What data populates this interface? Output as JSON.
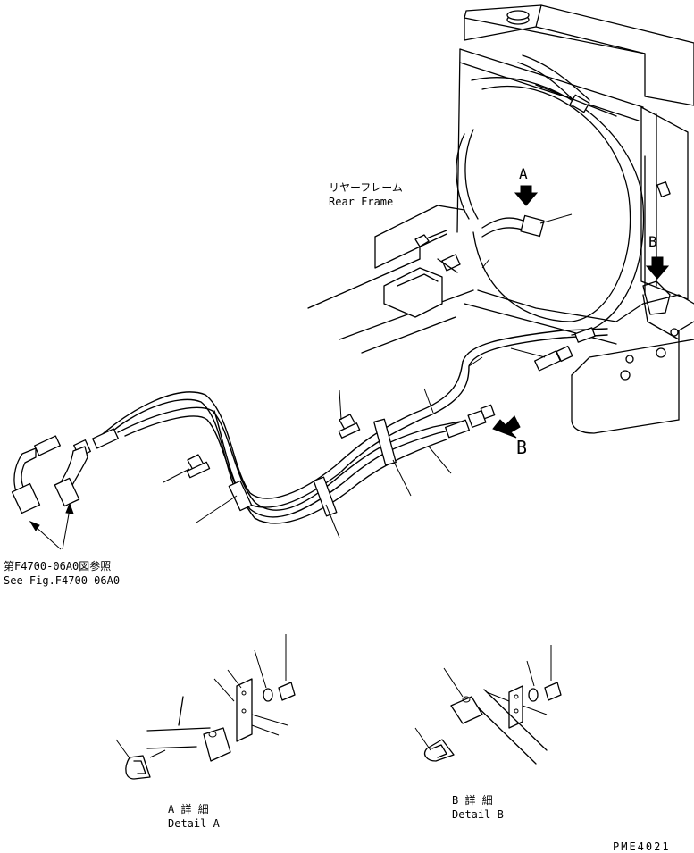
{
  "labels": {
    "rear_frame_jp": "リヤーフレーム",
    "rear_frame_en": "Rear Frame",
    "arrow_a": "A",
    "arrow_b_top": "B",
    "arrow_b_side": "B",
    "see_fig_jp": "第F4700-06A0図参照",
    "see_fig_en": "See Fig.F4700-06A0",
    "detail_a_jp": "A 詳 細",
    "detail_a_en": "Detail A",
    "detail_b_jp": "B 詳 細",
    "detail_b_en": "Detail B",
    "drawing_code": "PME4021"
  }
}
